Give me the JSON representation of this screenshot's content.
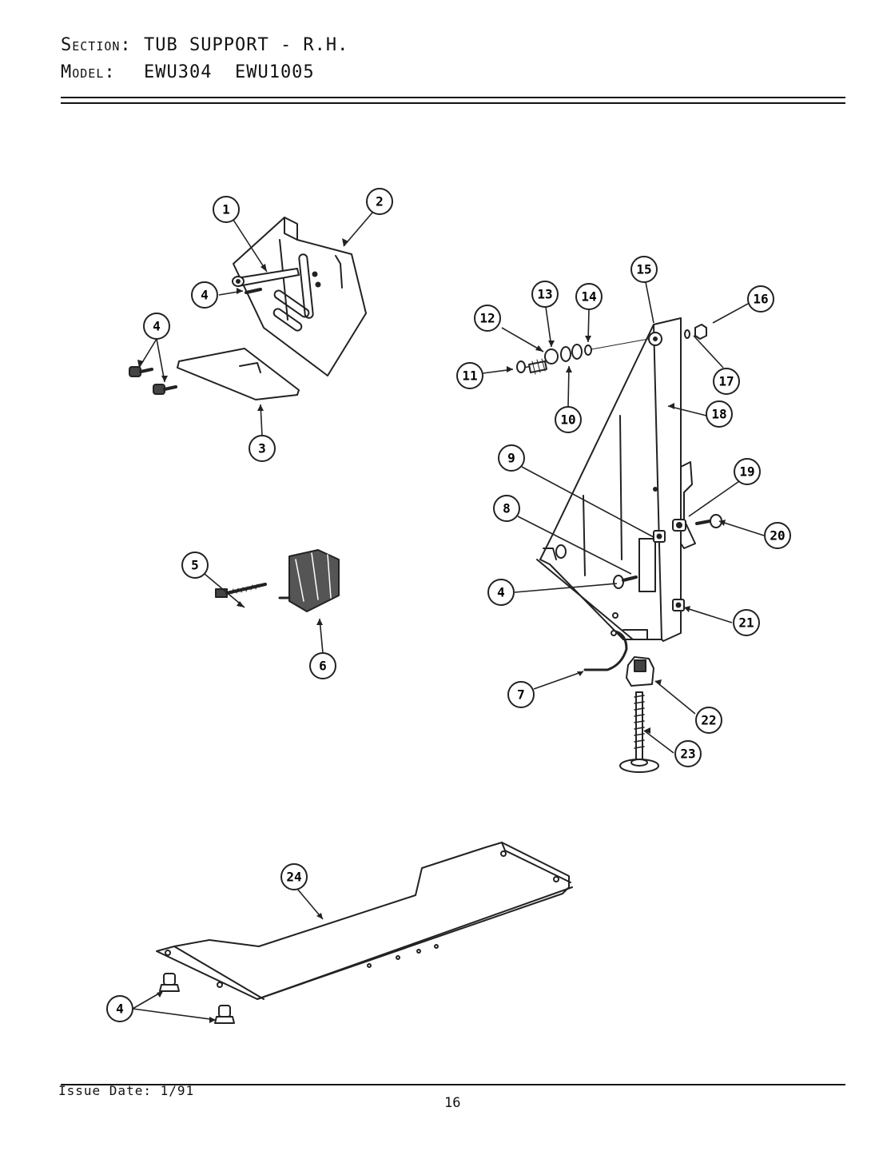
{
  "header": {
    "section_label": "Section:",
    "section_value": "TUB SUPPORT - R.H.",
    "model_label": "Model:",
    "model_value": "EWU304  EWU1005"
  },
  "callouts": [
    {
      "id": "c1",
      "label": "1"
    },
    {
      "id": "c2",
      "label": "2"
    },
    {
      "id": "c4a",
      "label": "4"
    },
    {
      "id": "c4b",
      "label": "4"
    },
    {
      "id": "c3",
      "label": "3"
    },
    {
      "id": "c5",
      "label": "5"
    },
    {
      "id": "c6",
      "label": "6"
    },
    {
      "id": "c15",
      "label": "15"
    },
    {
      "id": "c13",
      "label": "13"
    },
    {
      "id": "c14",
      "label": "14"
    },
    {
      "id": "c16",
      "label": "16"
    },
    {
      "id": "c12",
      "label": "12"
    },
    {
      "id": "c17",
      "label": "17"
    },
    {
      "id": "c11",
      "label": "11"
    },
    {
      "id": "c10",
      "label": "10"
    },
    {
      "id": "c18",
      "label": "18"
    },
    {
      "id": "c9",
      "label": "9"
    },
    {
      "id": "c19",
      "label": "19"
    },
    {
      "id": "c8",
      "label": "8"
    },
    {
      "id": "c20",
      "label": "20"
    },
    {
      "id": "c4c",
      "label": "4"
    },
    {
      "id": "c21",
      "label": "21"
    },
    {
      "id": "c7",
      "label": "7"
    },
    {
      "id": "c22",
      "label": "22"
    },
    {
      "id": "c23",
      "label": "23"
    },
    {
      "id": "c24",
      "label": "24"
    },
    {
      "id": "c4d",
      "label": "4"
    }
  ],
  "footer": {
    "issue_date": "Issue Date: 1/91",
    "page_number": "16"
  }
}
